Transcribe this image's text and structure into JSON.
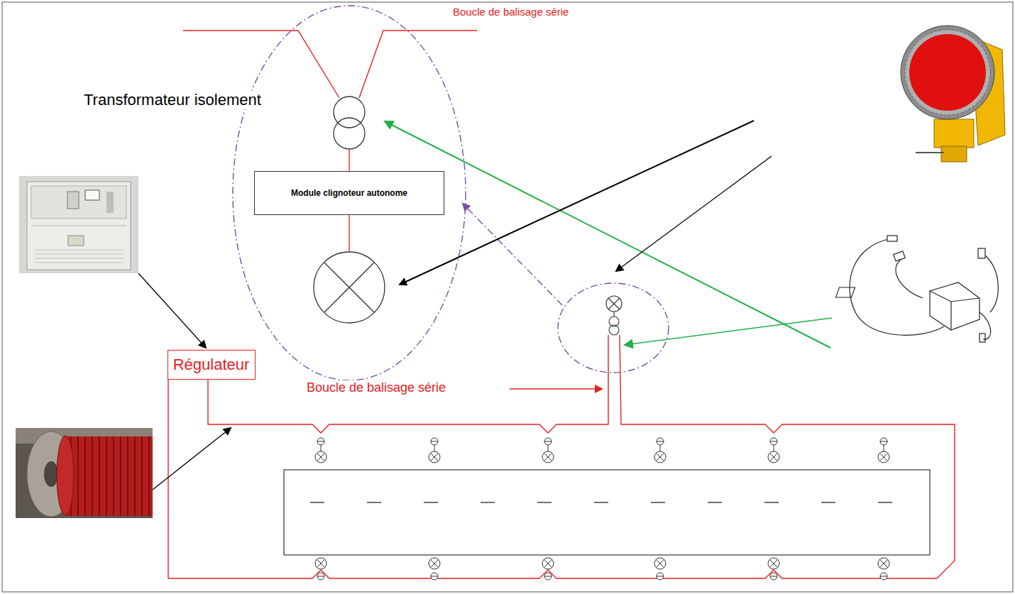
{
  "diagram": {
    "nodes": [
      {
        "text": [
          "Module clignoteur autonome"
        ]
      },
      {
        "text": [
          "Régulateur"
        ]
      }
    ],
    "labels": [
      "Boucle de balisage série",
      "Transformateur isolement",
      "Boucle de balisage série"
    ]
  }
}
